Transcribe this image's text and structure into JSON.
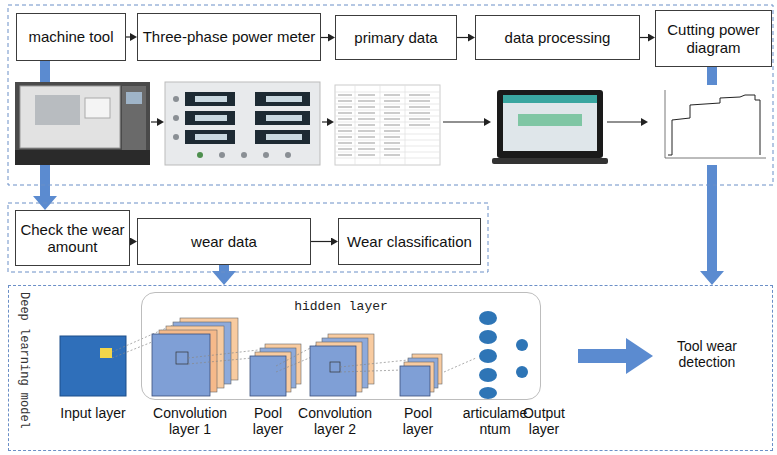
{
  "diagram": {
    "nodes": [
      {
        "text": [
          "machine tool"
        ]
      },
      {
        "text": [
          "Three-phase power meter"
        ]
      },
      {
        "text": [
          "primary data"
        ]
      },
      {
        "text": [
          "data processing"
        ]
      },
      {
        "text": [
          "Cutting power diagram"
        ]
      },
      {
        "text": [
          "Check the wear amount"
        ]
      },
      {
        "text": [
          "wear data"
        ]
      },
      {
        "text": [
          "Wear classification"
        ]
      },
      {
        "text": [
          "Deep learning model"
        ]
      },
      {
        "text": [
          "hidden layer"
        ],
        "in": 8
      }
    ],
    "edges": [
      {
        "from": 0,
        "to": 1,
        "arrow": "to"
      },
      {
        "from": 1,
        "to": 2,
        "arrow": "to"
      },
      {
        "from": 2,
        "to": 3,
        "arrow": "to"
      },
      {
        "from": 3,
        "to": 4,
        "arrow": "to"
      },
      {
        "from": 5,
        "to": 6,
        "arrow": "to"
      },
      {
        "from": 6,
        "to": 7,
        "arrow": "to"
      },
      {
        "from": 0,
        "to": 5,
        "arrow": "to"
      },
      {
        "from": 6,
        "to": 8,
        "arrow": "to"
      },
      {
        "from": 4,
        "to": 8,
        "arrow": "to"
      }
    ],
    "labels": [
      "Input layer",
      "Convolution layer 1",
      "Pool layer",
      "Convolution layer 2",
      "Pool layer",
      "articulamentum",
      "Output layer",
      "Tool wear detection"
    ]
  }
}
